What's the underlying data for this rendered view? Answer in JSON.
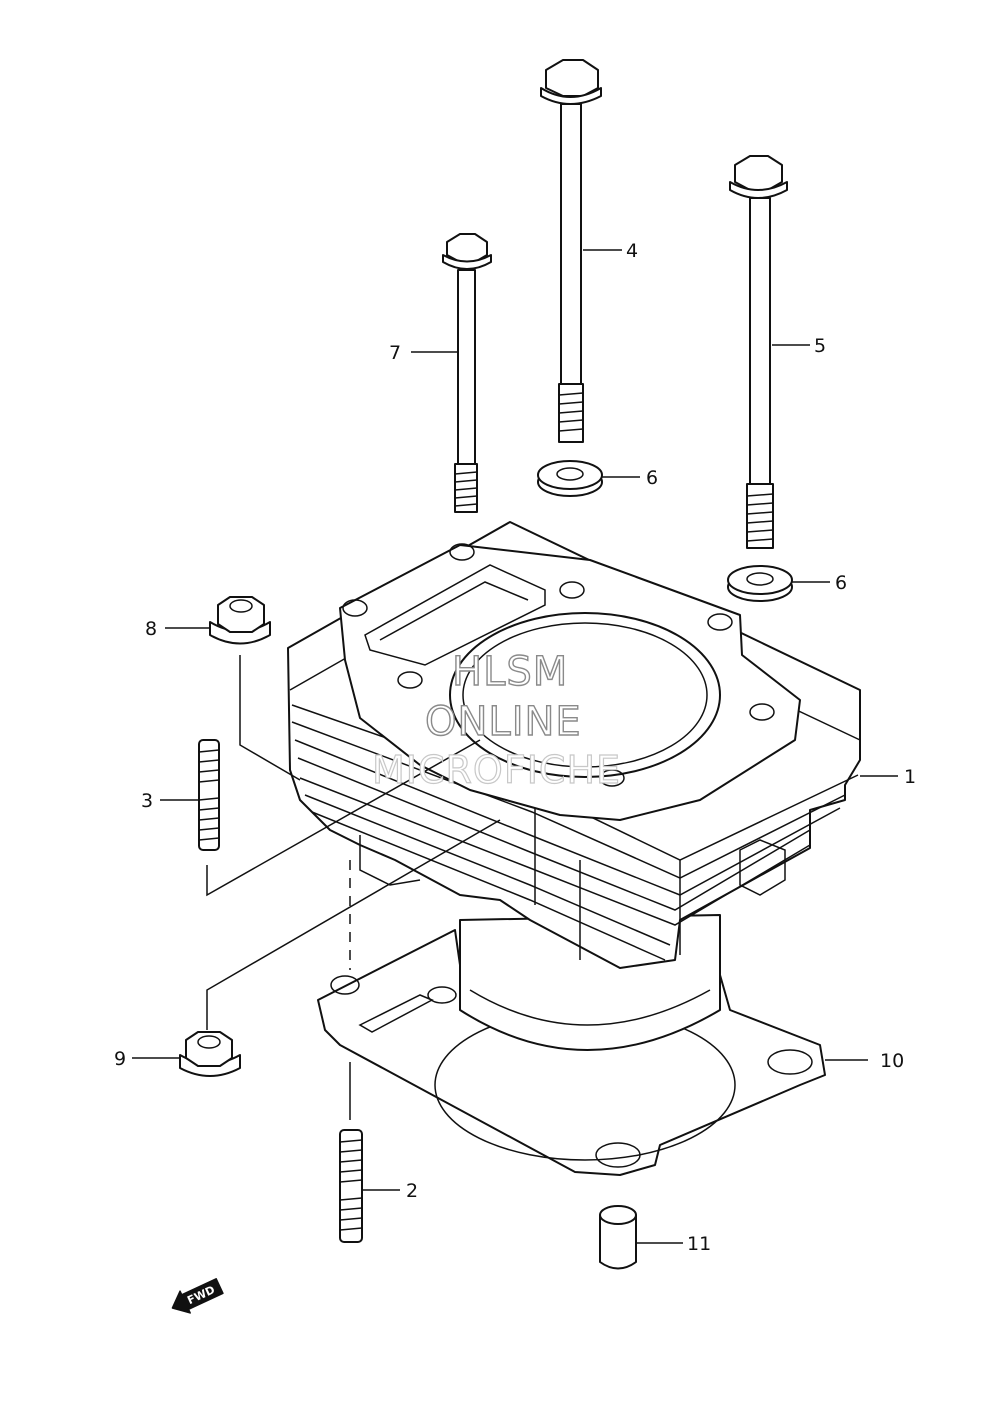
{
  "watermark": {
    "line1": "HLSM",
    "line2": "ONLINE",
    "line3": "MICROFICHE"
  },
  "fwd_label": "FWD",
  "callouts": [
    {
      "id": "1",
      "text": "1"
    },
    {
      "id": "2",
      "text": "2"
    },
    {
      "id": "3",
      "text": "3"
    },
    {
      "id": "4",
      "text": "4"
    },
    {
      "id": "5",
      "text": "5"
    },
    {
      "id": "6a",
      "text": "6"
    },
    {
      "id": "6b",
      "text": "6"
    },
    {
      "id": "7",
      "text": "7"
    },
    {
      "id": "8",
      "text": "8"
    },
    {
      "id": "9",
      "text": "9"
    },
    {
      "id": "10",
      "text": "10"
    },
    {
      "id": "11",
      "text": "11"
    }
  ]
}
